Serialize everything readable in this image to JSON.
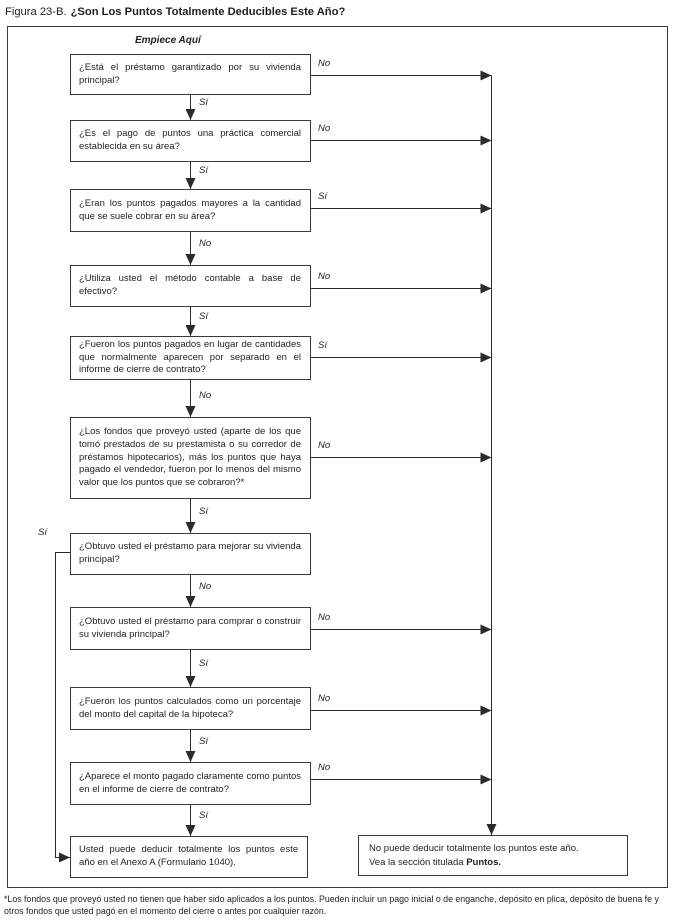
{
  "title": {
    "prefix": "Figura 23-B.",
    "main": "¿Son Los Puntos Totalmente Deducibles Este Año?"
  },
  "start_label": "Empiece Aquí",
  "nodes": [
    {
      "id": "q1",
      "text": "¿Está el préstamo garantizado por su vivienda principal?"
    },
    {
      "id": "q2",
      "text": "¿Es el pago de puntos una práctica comercial establecida en su área?"
    },
    {
      "id": "q3",
      "text": "¿Eran los puntos pagados mayores a la cantidad que se suele cobrar en su área?"
    },
    {
      "id": "q4",
      "text": "¿Utiliza usted el método contable a base de efectivo?"
    },
    {
      "id": "q5",
      "text": "¿Fueron los puntos pagados en lugar de cantidades que normalmente aparecen por separado en el informe de cierre de contrato?"
    },
    {
      "id": "q6",
      "text": "¿Los fondos que proveyó usted (aparte de los que tomó prestados de su prestamista o su corredor de préstamos hipotecarios), más los puntos que haya pagado el vendedor, fueron por lo menos del mismo valor que los puntos que se cobraron?*"
    },
    {
      "id": "q7",
      "text": "¿Obtuvo usted el préstamo para mejorar su vivienda principal?"
    },
    {
      "id": "q8",
      "text": "¿Obtuvo usted el préstamo para comprar o construir su vivienda principal?"
    },
    {
      "id": "q9",
      "text": "¿Fueron los puntos calculados como un porcentaje del monto del capital de la hipoteca?"
    },
    {
      "id": "q10",
      "text": "¿Aparece el monto pagado claramente como puntos en el informe de cierre de contrato?"
    }
  ],
  "yes_terminal": {
    "text": "Usted puede deducir totalmente los puntos este año en el Anexo A (Formulario 1040)."
  },
  "no_terminal": {
    "line1": "No puede deducir totalmente los puntos este año.",
    "line2_prefix": "Vea la sección titulada ",
    "line2_bold": "Puntos."
  },
  "edges": [
    {
      "from": "q1",
      "to": "no_terminal",
      "direction": "right",
      "label": "No"
    },
    {
      "from": "q1",
      "to": "q2",
      "direction": "down",
      "label": "Sí"
    },
    {
      "from": "q2",
      "to": "no_terminal",
      "direction": "right",
      "label": "No"
    },
    {
      "from": "q2",
      "to": "q3",
      "direction": "down",
      "label": "Sí"
    },
    {
      "from": "q3",
      "to": "no_terminal",
      "direction": "right",
      "label": "Sí"
    },
    {
      "from": "q3",
      "to": "q4",
      "direction": "down",
      "label": "No"
    },
    {
      "from": "q4",
      "to": "no_terminal",
      "direction": "right",
      "label": "No"
    },
    {
      "from": "q4",
      "to": "q5",
      "direction": "down",
      "label": "Sí"
    },
    {
      "from": "q5",
      "to": "no_terminal",
      "direction": "right",
      "label": "Sí"
    },
    {
      "from": "q5",
      "to": "q6",
      "direction": "down",
      "label": "No"
    },
    {
      "from": "q6",
      "to": "no_terminal",
      "direction": "right",
      "label": "No"
    },
    {
      "from": "q6",
      "to": "q7",
      "direction": "down",
      "label": "Sí"
    },
    {
      "from": "q7",
      "to": "yes_terminal",
      "direction": "left-down",
      "label": "Sí"
    },
    {
      "from": "q7",
      "to": "q8",
      "direction": "down",
      "label": "No"
    },
    {
      "from": "q8",
      "to": "no_terminal",
      "direction": "right",
      "label": "No"
    },
    {
      "from": "q8",
      "to": "q9",
      "direction": "down",
      "label": "Sí"
    },
    {
      "from": "q9",
      "to": "no_terminal",
      "direction": "right",
      "label": "No"
    },
    {
      "from": "q9",
      "to": "q10",
      "direction": "down",
      "label": "Sí"
    },
    {
      "from": "q10",
      "to": "no_terminal",
      "direction": "right",
      "label": "No"
    },
    {
      "from": "q10",
      "to": "yes_terminal",
      "direction": "down",
      "label": "Sí"
    }
  ],
  "footnote": "*Los fondos que proveyó usted no tienen que haber sido aplicados a los puntos. Pueden incluir un pago inicial o de enganche, depósito en plica, depósito de buena fe y otros fondos que usted pagó en el momento del cierre o antes por cualquier razón.",
  "colors": {
    "background": "#ffffff",
    "line": "#2b2b2b",
    "border": "#3a3a3a",
    "text": "#1f1f1f"
  }
}
